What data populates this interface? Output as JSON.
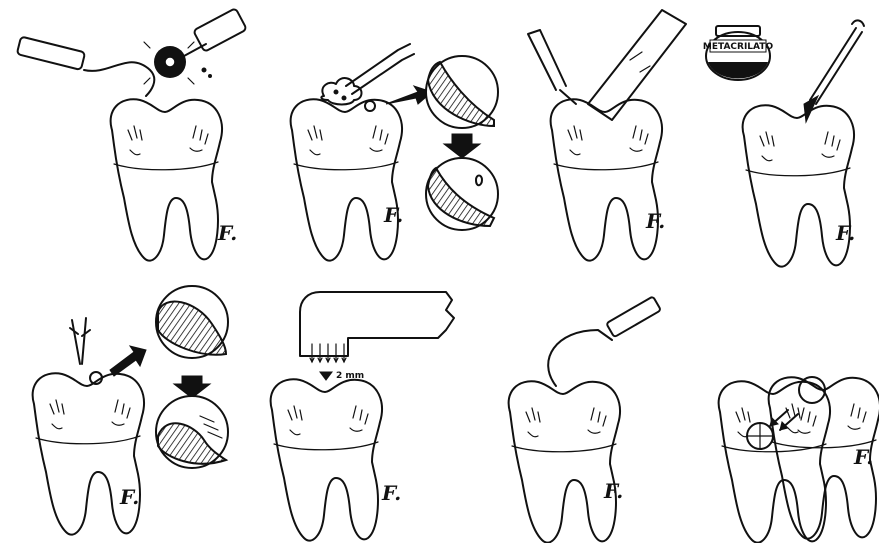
{
  "jar_label": "METACRILATO",
  "scale_label": "2 mm",
  "signature": "F.",
  "colors": {
    "ink": "#111111",
    "paper": "#ffffff"
  }
}
